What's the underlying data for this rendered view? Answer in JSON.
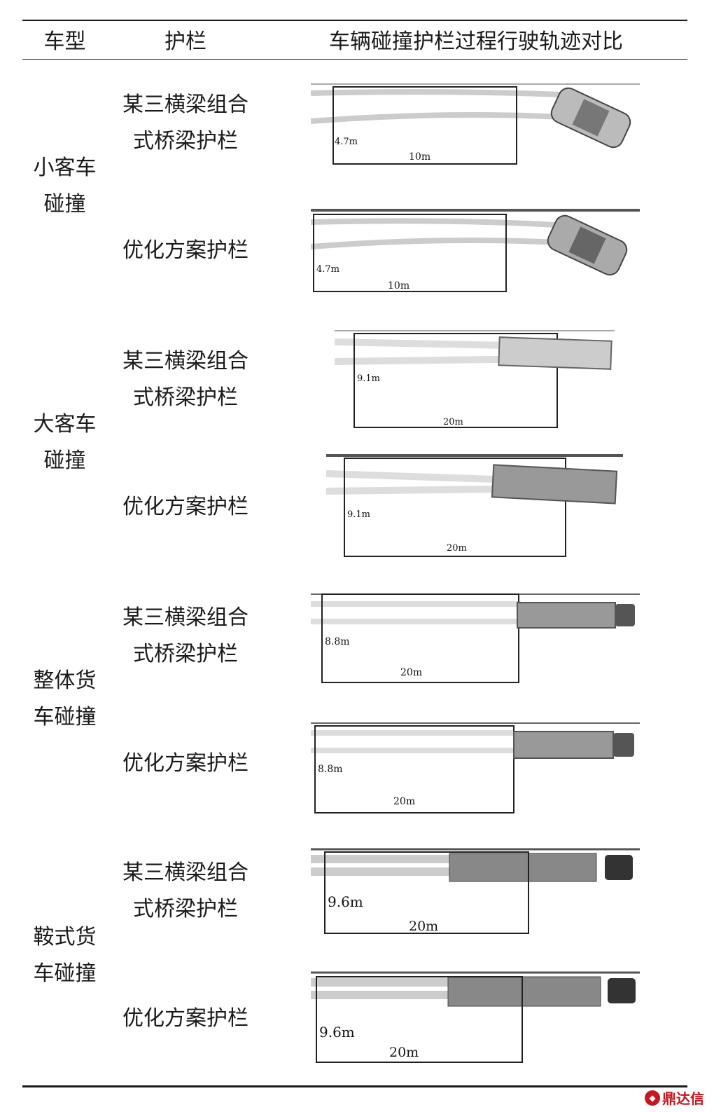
{
  "table": {
    "headers": {
      "vehicle_type": "车型",
      "guardrail": "护栏",
      "comparison": "车辆碰撞护栏过程行驶轨迹对比"
    },
    "groups": [
      {
        "vehicle": [
          "小客车",
          "碰撞"
        ],
        "rows": [
          {
            "guardrail": [
              "某三横梁组合",
              "式桥梁护栏"
            ],
            "height_label": "4.7m",
            "length_label": "10m"
          },
          {
            "guardrail": [
              "优化方案护栏"
            ],
            "height_label": "4.7m",
            "length_label": "10m"
          }
        ]
      },
      {
        "vehicle": [
          "大客车",
          "碰撞"
        ],
        "rows": [
          {
            "guardrail": [
              "某三横梁组合",
              "式桥梁护栏"
            ],
            "height_label": "9.1m",
            "length_label": "20m"
          },
          {
            "guardrail": [
              "优化方案护栏"
            ],
            "height_label": "9.1m",
            "length_label": "20m"
          }
        ]
      },
      {
        "vehicle": [
          "整体货",
          "车碰撞"
        ],
        "rows": [
          {
            "guardrail": [
              "某三横梁组合",
              "式桥梁护栏"
            ],
            "height_label": "8.8m",
            "length_label": "20m"
          },
          {
            "guardrail": [
              "优化方案护栏"
            ],
            "height_label": "8.8m",
            "length_label": "20m"
          }
        ]
      },
      {
        "vehicle": [
          "鞍式货",
          "车碰撞"
        ],
        "rows": [
          {
            "guardrail": [
              "某三横梁组合",
              "式桥梁护栏"
            ],
            "height_label": "9.6m",
            "length_label": "20m"
          },
          {
            "guardrail": [
              "优化方案护栏"
            ],
            "height_label": "9.6m",
            "length_label": "20m"
          }
        ]
      }
    ]
  },
  "watermark": {
    "text": "鼎达信",
    "color": "#c9151e"
  }
}
